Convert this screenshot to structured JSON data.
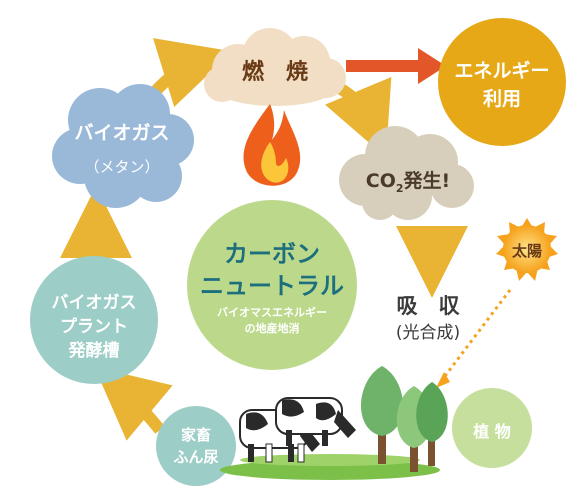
{
  "nodes": {
    "combustion": "燃　焼",
    "energy_line1": "エネルギー",
    "energy_line2": "利用",
    "co2_main": "CO",
    "co2_sub": "2",
    "co2_rest": "発生!",
    "biogas_line1": "バイオガス",
    "biogas_line2": "（メタン）",
    "plant_line1": "バイオガス",
    "plant_line2": "プラント",
    "plant_line3": "発酵槽",
    "manure_line1": "家畜",
    "manure_line2": "ふん尿",
    "absorb_line1": "吸　収",
    "absorb_line2": "(光合成)",
    "sun": "太陽",
    "plants": "植 物"
  },
  "center": {
    "title_line1": "カーボン",
    "title_line2": "ニュートラル",
    "sub_line1": "バイオマスエネルギー",
    "sub_line2": "の地産地消"
  },
  "colors": {
    "arrow": "#e9b434",
    "energy_arrow": "#e2562a",
    "energy_circle": "#e6a817",
    "cloud_blue": "#9ab9d9",
    "cloud_cream": "#f1dec4",
    "cloud_beige": "#d7cfbb",
    "teal": "#9ccdc6",
    "green_center": "#bcd98b",
    "green_light": "#c6df9c",
    "sun": "#f6a21c"
  }
}
